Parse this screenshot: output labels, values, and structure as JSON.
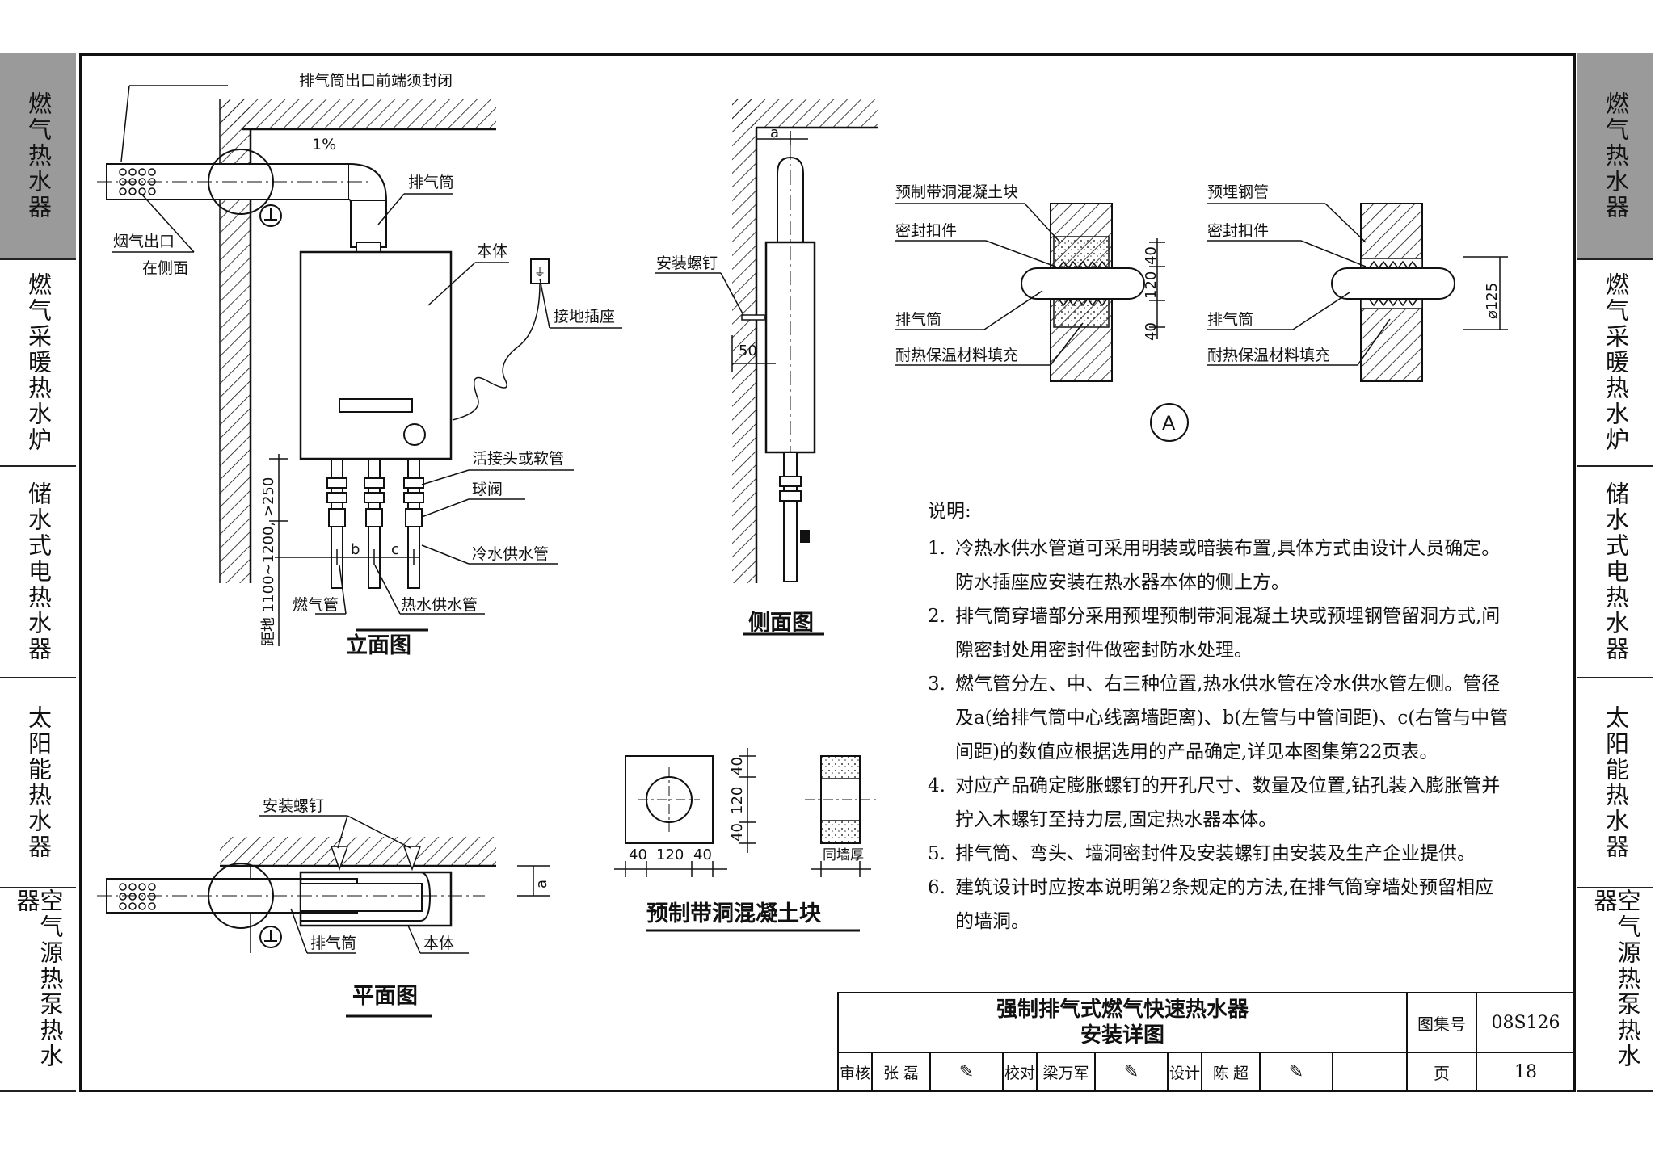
{
  "left_tabs": [
    {
      "label": "燃气热水器",
      "active": true
    },
    {
      "label": "燃气采暖热水炉",
      "active": false
    },
    {
      "label": "储水式电热水器",
      "active": false
    },
    {
      "label": "太阳能热水器",
      "active": false
    },
    {
      "label": "空气源热泵热水器",
      "active": false
    }
  ],
  "right_tabs": [
    {
      "label": "燃气热水器",
      "active": true
    },
    {
      "label": "燃气采暖热水炉",
      "active": false
    },
    {
      "label": "储水式电热水器",
      "active": false
    },
    {
      "label": "太阳能热水器",
      "active": false
    },
    {
      "label": "空气源热泵热水器",
      "active": false
    }
  ],
  "elevation": {
    "outlet_sealed": "排气筒出口前端须封闭",
    "slope": "1%",
    "flue_outlet": "烟气出口",
    "at_side": "在侧面",
    "flue": "排气筒",
    "body": "本体",
    "ground_socket": "接地插座",
    "union": "活接头或软管",
    "ball_valve": "球阀",
    "cold_pipe": "冷水供水管",
    "gas_pipe": "燃气管",
    "hot_pipe": "热水供水管",
    "dim_b": "b",
    "dim_c": "c",
    "height_dim": "距地 1100~1200, >250",
    "caption": "立面图"
  },
  "side": {
    "dim_a": "a",
    "screw": "安装螺钉",
    "dim_50": "50",
    "caption": "侧面图"
  },
  "detail": {
    "block_hole": "预制带洞混凝土块",
    "seal": "密封扣件",
    "flue": "排气筒",
    "filler": "耐热保温材料填充",
    "steel_pipe": "预埋钢管",
    "seal2": "密封扣件",
    "flue2": "排气筒",
    "filler2": "耐热保温材料填充",
    "d40a": "40",
    "d120": "120",
    "d40b": "40",
    "dia": "⌀125",
    "marker": "A"
  },
  "plan": {
    "screw": "安装螺钉",
    "flue": "排气筒",
    "body": "本体",
    "dim_a": "a",
    "caption": "平面图"
  },
  "block": {
    "d40l": "40",
    "d120": "120",
    "d40r": "40",
    "v40a": "40",
    "v120": "120",
    "v40b": "40",
    "same_wall": "同墙厚",
    "caption": "预制带洞混凝土块"
  },
  "notes": {
    "title": "说明:",
    "items": [
      {
        "n": "1.",
        "text": "冷热水供水管道可采用明装或暗装布置,具体方式由设计人员确定。防水插座应安装在热水器本体的侧上方。"
      },
      {
        "n": "2.",
        "text": "排气筒穿墙部分采用预埋预制带洞混凝土块或预埋钢管留洞方式,间隙密封处用密封件做密封防水处理。"
      },
      {
        "n": "3.",
        "text": "燃气管分左、中、右三种位置,热水供水管在冷水供水管左侧。管径及a(给排气筒中心线离墙距离)、b(左管与中管间距)、c(右管与中管间距)的数值应根据选用的产品确定,详见本图集第22页表。"
      },
      {
        "n": "4.",
        "text": "对应产品确定膨胀螺钉的开孔尺寸、数量及位置,钻孔装入膨胀管并拧入木螺钉至持力层,固定热水器本体。"
      },
      {
        "n": "5.",
        "text": "排气筒、弯头、墙洞密封件及安装螺钉由安装及生产企业提供。"
      },
      {
        "n": "6.",
        "text": "建筑设计时应按本说明第2条规定的方法,在排气筒穿墙处预留相应的墙洞。"
      }
    ]
  },
  "title_block": {
    "title_line1": "强制排气式燃气快速热水器",
    "title_line2": "安装详图",
    "atlas_label": "图集号",
    "atlas_no": "08S126",
    "page_label": "页",
    "page_no": "18",
    "review_label": "审核",
    "reviewer": "张 磊",
    "check_label": "校对",
    "checker": "梁万军",
    "design_label": "设计",
    "designer": "陈 超"
  }
}
